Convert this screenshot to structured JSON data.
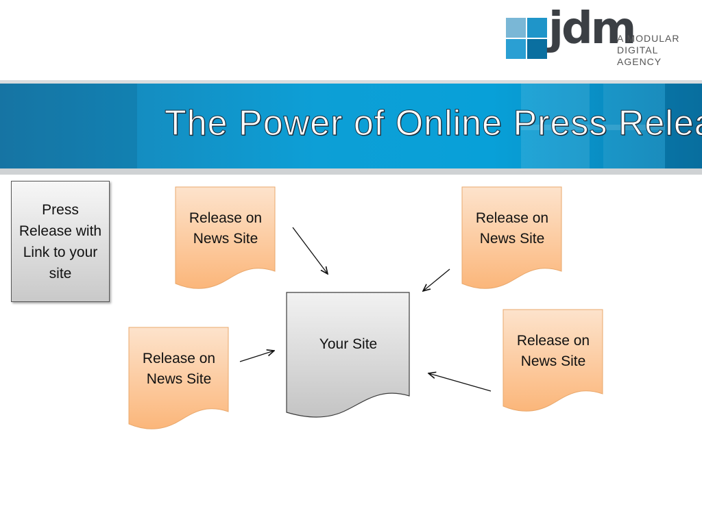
{
  "logo": {
    "wordmark": "jdm",
    "tagline": "A MODULAR\nDIGITAL AGENCY",
    "square_colors": [
      "#7ab7d6",
      "#1f95c9",
      "#2a9fd3",
      "#0a6fa0"
    ]
  },
  "banner": {
    "title": "The Power of Online Press Releases"
  },
  "diagram": {
    "source": {
      "label": "Press Release with Link to your site"
    },
    "nodes": [
      {
        "label": "Release on News Site"
      },
      {
        "label": "Release on News Site"
      },
      {
        "label": "Release on News Site"
      },
      {
        "label": "Release on News Site"
      }
    ],
    "target": {
      "label": "Your Site"
    },
    "edges": [
      {
        "from": "node-0",
        "to": "target"
      },
      {
        "from": "node-1",
        "to": "target"
      },
      {
        "from": "node-2",
        "to": "target"
      },
      {
        "from": "node-3",
        "to": "target"
      }
    ],
    "colors": {
      "news_fill_top": "#fde3cc",
      "news_fill_bottom": "#fbb67a",
      "news_border": "#e9a86c",
      "target_fill_top": "#f2f2f2",
      "target_fill_bottom": "#c4c4c4",
      "target_border": "#3c3c3c"
    }
  }
}
